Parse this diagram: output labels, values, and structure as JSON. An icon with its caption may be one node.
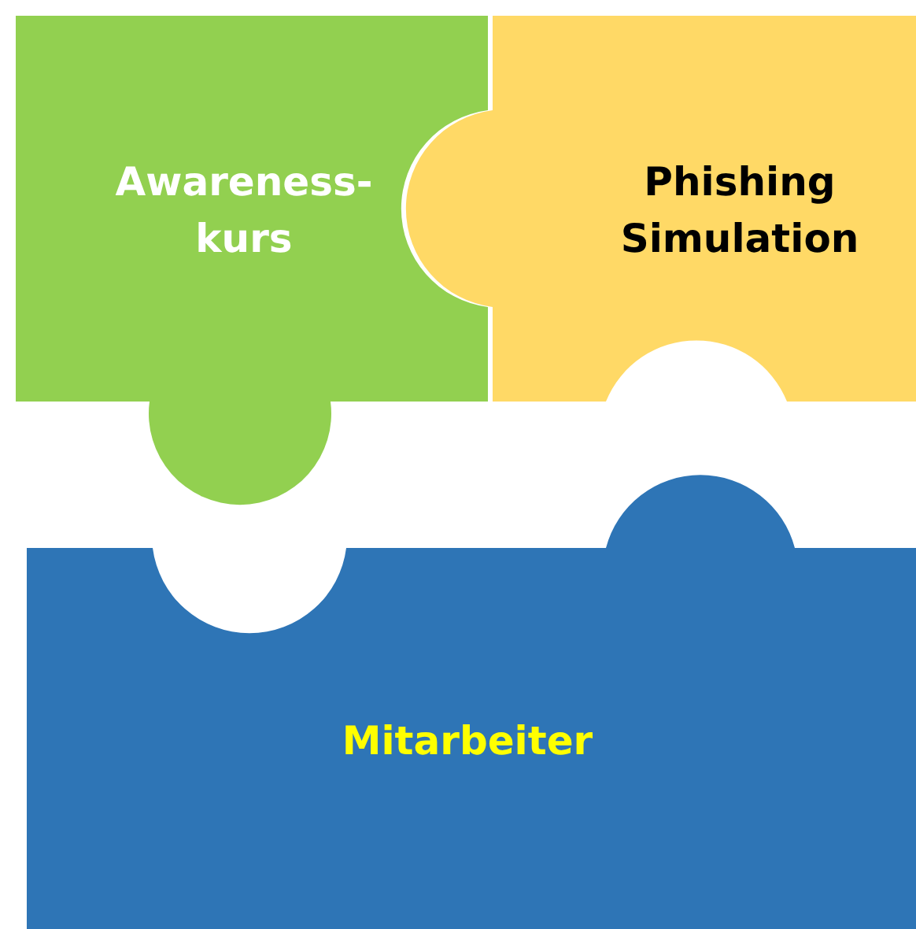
{
  "diagram": {
    "nodes": [
      {
        "text": [
          "Awareness-kurs"
        ]
      },
      {
        "text": [
          "Phishing Simulation"
        ]
      },
      {
        "text": [
          "Mitarbeiter"
        ]
      }
    ]
  }
}
